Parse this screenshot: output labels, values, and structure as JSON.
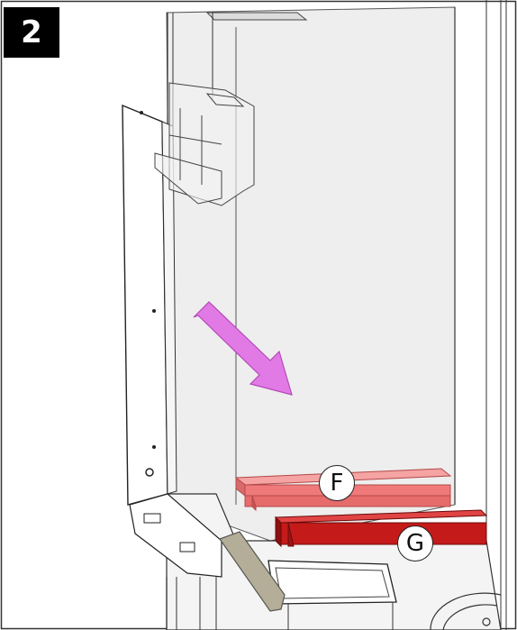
{
  "step": {
    "number": "2"
  },
  "labels": {
    "part_f": "F",
    "part_g": "G"
  },
  "colors": {
    "arrow": "#e27ae6",
    "arrow_stroke": "#b54ab9",
    "brick_f": "#f07a7a",
    "brick_f_dark": "#d85c5c",
    "brick_g": "#c41a1a",
    "brick_g_dark": "#8e0f0f",
    "panel": "#eeeeee",
    "line": "#333333",
    "deflector": "#b4ae98"
  },
  "icons": {
    "arrow": "insert-direction-arrow-icon"
  }
}
